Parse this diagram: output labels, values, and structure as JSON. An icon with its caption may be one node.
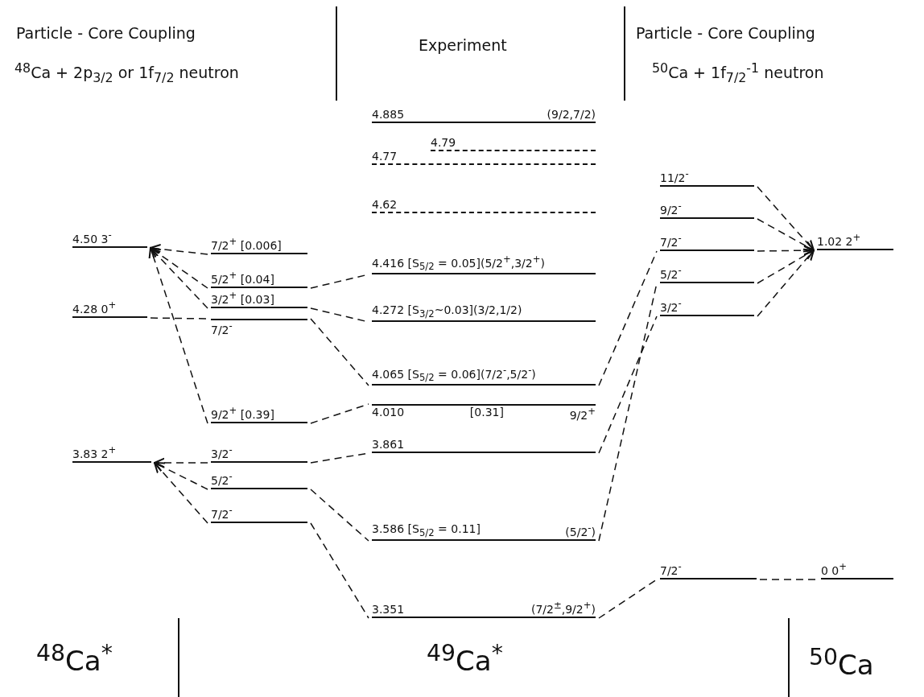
{
  "diagram": {
    "nodes": [
      {
        "text": [
          "4.50 3$^{-}$"
        ]
      },
      {
        "text": [
          "4.28 0$^{+}$"
        ]
      },
      {
        "text": [
          "3.83 2$^{+}$"
        ]
      },
      {
        "text": [
          "7/2$^{+}$ [0.006]"
        ]
      },
      {
        "text": [
          "5/2$^{+}$ [0.04]"
        ]
      },
      {
        "text": [
          "3/2$^{+}$ [0.03]"
        ]
      },
      {
        "text": [
          "7/2$^{-}$"
        ]
      },
      {
        "text": [
          "9/2$^{+}$ [0.39]"
        ]
      },
      {
        "text": [
          "3/2$^{-}$"
        ]
      },
      {
        "text": [
          "5/2$^{-}$"
        ]
      },
      {
        "text": [
          "7/2$^{-}$"
        ]
      },
      {
        "text": [
          "4.885",
          "(9/2,7/2)"
        ]
      },
      {
        "text": [
          "4.79"
        ]
      },
      {
        "text": [
          "4.77"
        ]
      },
      {
        "text": [
          "4.62"
        ]
      },
      {
        "text": [
          "4.416 [S$_{5/2}$ = 0.05](5/2$^{+}$,3/2$^{+}$)"
        ]
      },
      {
        "text": [
          "4.272 [S$_{3/2}$~0.03](3/2,1/2)"
        ]
      },
      {
        "text": [
          "4.065 [S$_{5/2}$ = 0.06](7/2$^{-}$,5/2$^{-}$)"
        ]
      },
      {
        "text": [
          "4.010",
          "[0.31]",
          "9/2$^{+}$"
        ]
      },
      {
        "text": [
          "3.861"
        ]
      },
      {
        "text": [
          "3.586 [S$_{5/2}$ = 0.11]",
          "(5/2$^{-}$)"
        ]
      },
      {
        "text": [
          "3.351",
          "(7/2$^{±}$,9/2$^{+}$)"
        ]
      },
      {
        "text": [
          "11/2$^{-}$"
        ]
      },
      {
        "text": [
          "9/2$^{-}$"
        ]
      },
      {
        "text": [
          "7/2$^{-}$"
        ]
      },
      {
        "text": [
          "5/2$^{-}$"
        ]
      },
      {
        "text": [
          "3/2$^{-}$"
        ]
      },
      {
        "text": [
          "7/2$^{-}$"
        ]
      },
      {
        "text": [
          "1.02 2$^{+}$"
        ]
      },
      {
        "text": [
          "0 0$^{+}$"
        ]
      }
    ],
    "edges": [
      {
        "from": 3,
        "to": 0,
        "arrow": "to",
        "style": "dashed"
      },
      {
        "from": 4,
        "to": 0,
        "arrow": "to",
        "style": "dashed"
      },
      {
        "from": 5,
        "to": 0,
        "arrow": "to",
        "style": "dashed"
      },
      {
        "from": 7,
        "to": 0,
        "arrow": "to",
        "style": "dashed"
      },
      {
        "from": 1,
        "to": 6,
        "arrow": "none",
        "style": "dashed"
      },
      {
        "from": 8,
        "to": 2,
        "arrow": "to",
        "style": "dashed"
      },
      {
        "from": 9,
        "to": 2,
        "arrow": "to",
        "style": "dashed"
      },
      {
        "from": 10,
        "to": 2,
        "arrow": "to",
        "style": "dashed"
      },
      {
        "from": 4,
        "to": 15,
        "arrow": "none",
        "style": "dashed"
      },
      {
        "from": 5,
        "to": 16,
        "arrow": "none",
        "style": "dashed"
      },
      {
        "from": 6,
        "to": 17,
        "arrow": "none",
        "style": "dashed"
      },
      {
        "from": 7,
        "to": 18,
        "arrow": "none",
        "style": "dashed"
      },
      {
        "from": 8,
        "to": 19,
        "arrow": "none",
        "style": "dashed"
      },
      {
        "from": 9,
        "to": 20,
        "arrow": "none",
        "style": "dashed"
      },
      {
        "from": 10,
        "to": 21,
        "arrow": "none",
        "style": "dashed"
      },
      {
        "from": 17,
        "to": 24,
        "arrow": "none",
        "style": "dashed"
      },
      {
        "from": 19,
        "to": 26,
        "arrow": "none",
        "style": "dashed"
      },
      {
        "from": 20,
        "to": 25,
        "arrow": "none",
        "style": "dashed"
      },
      {
        "from": 21,
        "to": 27,
        "arrow": "none",
        "style": "dashed"
      },
      {
        "from": 22,
        "to": 28,
        "arrow": "to",
        "style": "dashed"
      },
      {
        "from": 23,
        "to": 28,
        "arrow": "to",
        "style": "dashed"
      },
      {
        "from": 24,
        "to": 28,
        "arrow": "to",
        "style": "dashed"
      },
      {
        "from": 25,
        "to": 28,
        "arrow": "to",
        "style": "dashed"
      },
      {
        "from": 26,
        "to": 28,
        "arrow": "to",
        "style": "dashed"
      },
      {
        "from": 27,
        "to": 29,
        "arrow": "none",
        "style": "dashed"
      }
    ],
    "labels": [
      "Particle - Core Coupling",
      "$^{48}$Ca + 2p$_{3/2}$ or 1f$_{7/2}$ neutron",
      "Experiment",
      "Particle - Core Coupling",
      "$^{50}$Ca + 1f$_{7/2}$$^{-1}$ neutron",
      "$^{48}$Ca$^{*}$",
      "$^{49}$Ca$^{*}$",
      "$^{50}$Ca"
    ]
  }
}
